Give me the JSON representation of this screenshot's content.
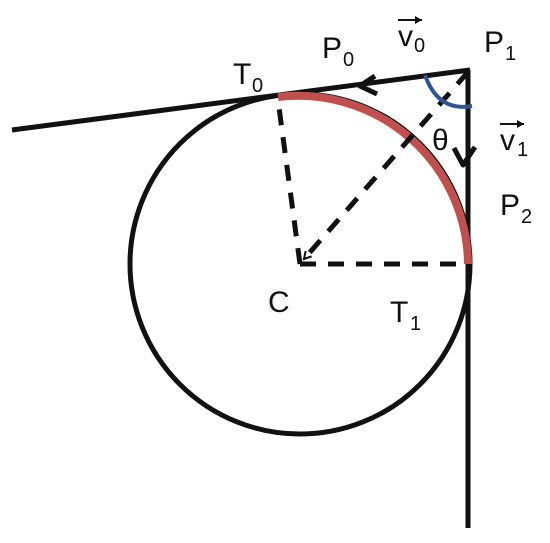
{
  "diagram": {
    "labels": {
      "t0": {
        "main": "T",
        "sub": "0"
      },
      "p0": {
        "main": "P",
        "sub": "0"
      },
      "v0": {
        "main": "v",
        "sub": "0"
      },
      "p1": {
        "main": "P",
        "sub": "1"
      },
      "v1": {
        "main": "v",
        "sub": "1"
      },
      "theta": {
        "main": "θ"
      },
      "p2": {
        "main": "P",
        "sub": "2"
      },
      "c": {
        "main": "C"
      },
      "t1": {
        "main": "T",
        "sub": "1"
      }
    },
    "colors": {
      "stroke": "#111111",
      "arc": "#c0504d",
      "angle": "#2f5597"
    }
  }
}
